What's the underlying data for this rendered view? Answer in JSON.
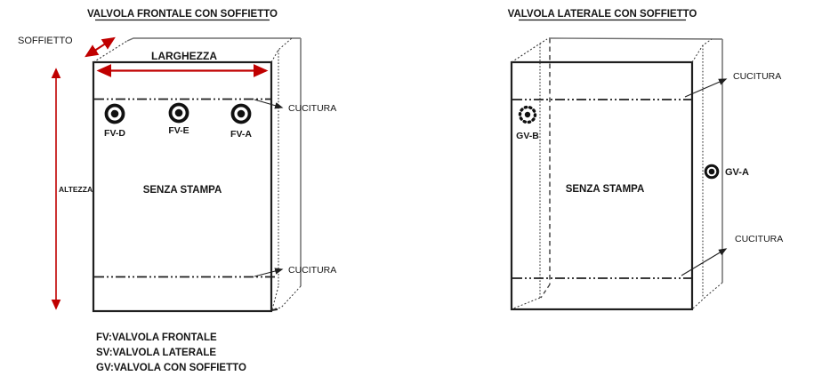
{
  "diagram_left": {
    "title": "VALVOLA FRONTALE CON SOFFIETTO",
    "soffietto_label": "SOFFIETTO",
    "larghezza_label": "LARGHEZZA",
    "altezza_label": "ALTEZZA",
    "cucitura_label": "CUCITURA",
    "senza_stampa": "SENZA STAMPA",
    "valves": [
      {
        "label": "FV-D"
      },
      {
        "label": "FV-E"
      },
      {
        "label": "FV-A"
      }
    ]
  },
  "diagram_right": {
    "title": "VALVOLA LATERALE CON SOFFIETTO",
    "cucitura_label": "CUCITURA",
    "senza_stampa": "SENZA STAMPA",
    "valves": [
      {
        "label": "GV-B"
      },
      {
        "label": "GV-A"
      }
    ]
  },
  "legend": {
    "lines": [
      "FV:VALVOLA FRONTALE",
      "SV:VALVOLA LATERALE",
      "GV:VALVOLA CON SOFFIETTO"
    ]
  },
  "colors": {
    "accent_red": "#c00000",
    "line_black": "#1f1f1f",
    "line_gray": "#7a7a7a"
  }
}
